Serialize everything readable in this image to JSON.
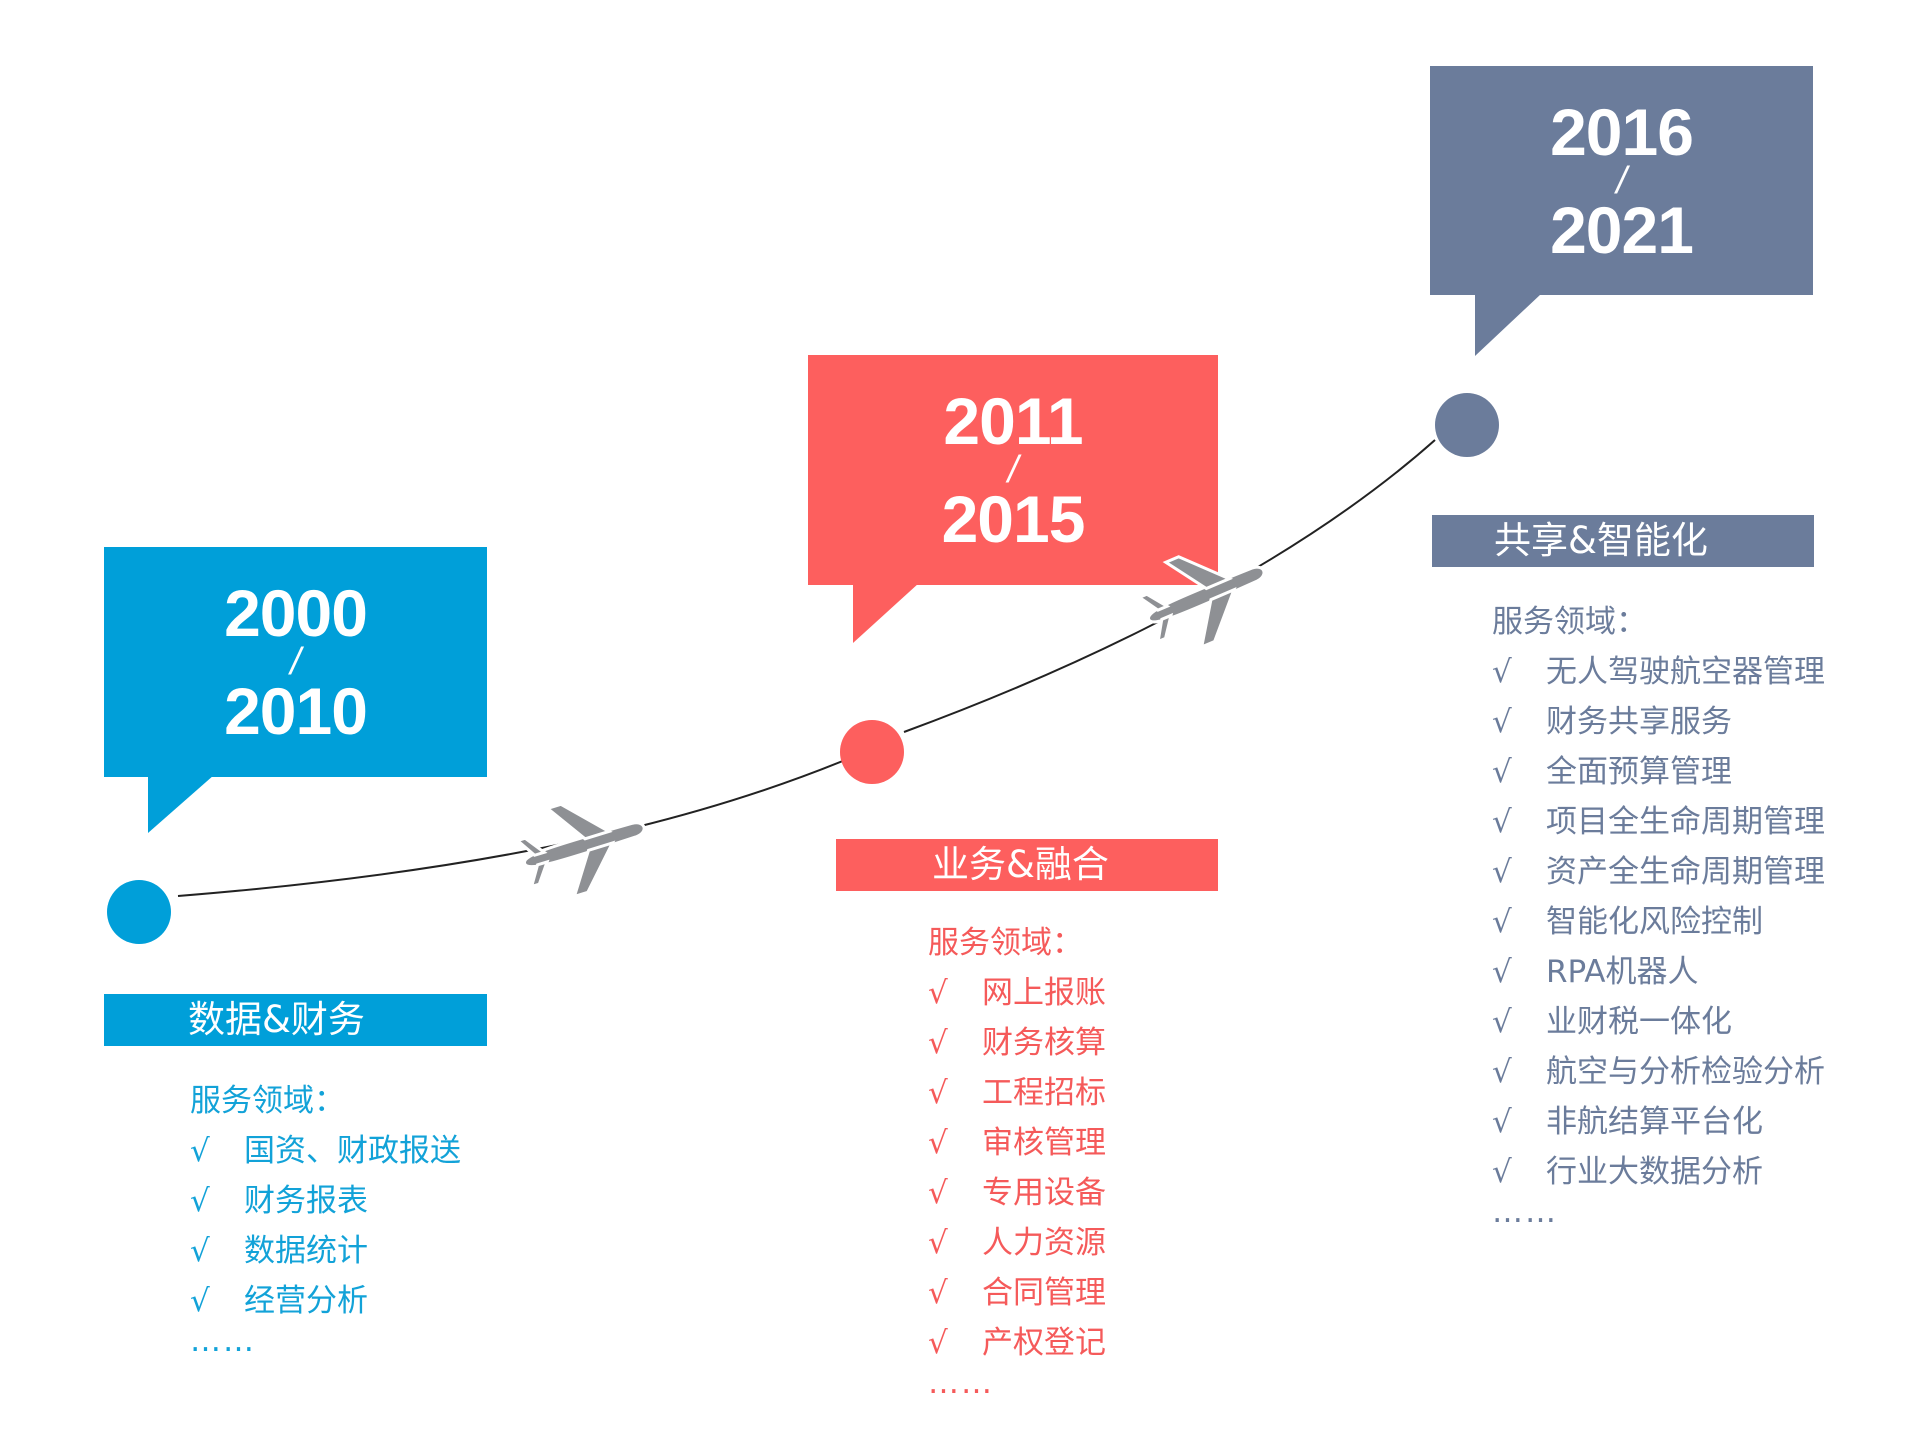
{
  "periods": [
    {
      "start": "2000",
      "separator": "/",
      "end": "2010",
      "theme": "数据&财务",
      "heading": "服务领域：",
      "items": [
        "国资、财政报送",
        "财务报表",
        "数据统计",
        "经营分析"
      ],
      "ellipsis": "……",
      "color": "#009fd9"
    },
    {
      "start": "2011",
      "separator": "/",
      "end": "2015",
      "theme": "业务&融合",
      "heading": "服务领域：",
      "items": [
        "网上报账",
        "财务核算",
        "工程招标",
        "审核管理",
        "专用设备",
        "人力资源",
        "合同管理",
        "产权登记"
      ],
      "ellipsis": "……",
      "color": "#fd5f5e"
    },
    {
      "start": "2016",
      "separator": "/",
      "end": "2021",
      "theme": "共享&智能化",
      "heading": "服务领域：",
      "items": [
        "无人驾驶航空器管理",
        "财务共享服务",
        "全面预算管理",
        "项目全生命周期管理",
        "资产全生命周期管理",
        "智能化风险控制",
        "RPA机器人",
        "业财税一体化",
        "航空与分析检验分析",
        "非航结算平台化",
        "行业大数据分析"
      ],
      "ellipsis": "……",
      "color": "#6b7c9b"
    }
  ],
  "check_mark": "√",
  "icons": {
    "milestone": "circle-dot-icon",
    "transition": "airplane-icon"
  },
  "route_color": "#222222",
  "plane_color": "#8e9094"
}
